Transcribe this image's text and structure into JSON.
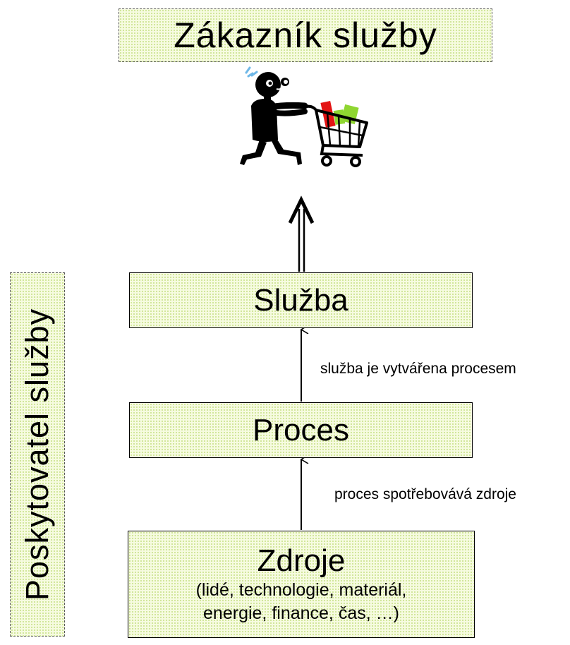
{
  "customer_label": "Zákazník služby",
  "provider_label": "Poskytovatel služby",
  "nodes": {
    "service": "Služba",
    "process": "Proces",
    "resources": {
      "title": "Zdroje",
      "detail_line1": "(lidé, technologie, materiál,",
      "detail_line2": "energie, finance, čas, …)"
    }
  },
  "edges": {
    "process_to_service": "služba je vytvářena procesem",
    "resources_to_process": "proces spotřebovává zdroje"
  },
  "icons": {
    "customer": "shopper-with-cart-icon"
  },
  "colors": {
    "box_fill": "#f6fbe0",
    "box_dots": "#c8e08a",
    "cart_item_red": "#e31414",
    "cart_item_green": "#8fd631",
    "sparkle_blue": "#6fb8e8"
  }
}
